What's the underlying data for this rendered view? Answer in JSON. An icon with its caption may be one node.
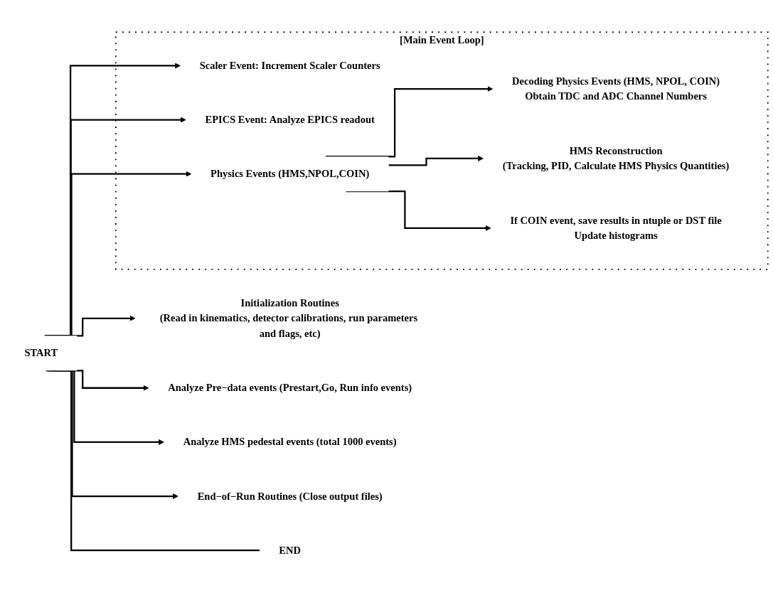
{
  "diagram": {
    "nodes": [
      {
        "text": [
          "START"
        ]
      },
      {
        "text": [
          "Initialization Routines",
          "(Read in kinematics, detector calibrations, run parameters and flags, etc)"
        ]
      },
      {
        "text": [
          "Analyze Pre−data events (Prestart,Go, Run info events)"
        ]
      },
      {
        "text": [
          "Analyze HMS pedestal events (total 1000 events)"
        ]
      },
      {
        "text": [
          "[Main Event Loop]"
        ]
      },
      {
        "text": [
          "Scaler Event: Increment Scaler Counters"
        ],
        "in": 4
      },
      {
        "text": [
          "EPICS Event: Analyze EPICS readout"
        ],
        "in": 4
      },
      {
        "text": [
          "Physics Events (HMS,NPOL,COIN)"
        ],
        "in": 4
      },
      {
        "text": [
          "Decoding Physics Events (HMS, NPOL, COIN)",
          "Obtain TDC and ADC Channel Numbers"
        ],
        "in": 4
      },
      {
        "text": [
          "HMS Reconstruction",
          "(Tracking, PID, Calculate HMS Physics Quantities)"
        ],
        "in": 4
      },
      {
        "text": [
          "If COIN event, save results in ntuple or DST file",
          "Update histograms"
        ],
        "in": 4
      },
      {
        "text": [
          "End−of−Run Routines (Close output files)"
        ]
      },
      {
        "text": [
          "END"
        ]
      }
    ],
    "edges": [
      {
        "from": 0,
        "to": 1,
        "arrow": "to"
      },
      {
        "from": 0,
        "to": 2,
        "arrow": "to"
      },
      {
        "from": 0,
        "to": 3,
        "arrow": "to"
      },
      {
        "from": 0,
        "to": 5,
        "arrow": "to"
      },
      {
        "from": 0,
        "to": 6,
        "arrow": "to"
      },
      {
        "from": 0,
        "to": 7,
        "arrow": "to"
      },
      {
        "from": 7,
        "to": 8,
        "arrow": "to"
      },
      {
        "from": 7,
        "to": 9,
        "arrow": "to"
      },
      {
        "from": 7,
        "to": 10,
        "arrow": "to"
      },
      {
        "from": 0,
        "to": 11,
        "arrow": "to"
      },
      {
        "from": 0,
        "to": 12,
        "arrow": "none"
      }
    ]
  }
}
